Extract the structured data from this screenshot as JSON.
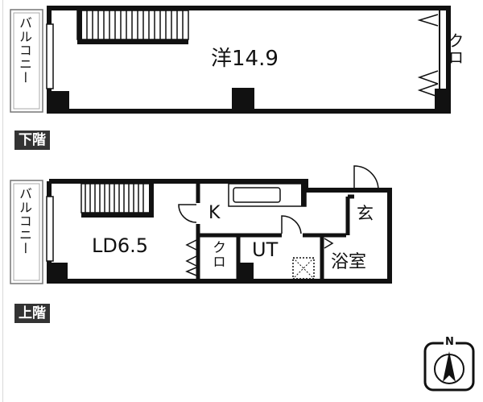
{
  "floors": {
    "lower": {
      "tag": "下階",
      "rooms": {
        "western": "洋14.9",
        "closet": "クロ",
        "balcony": "バルコニー"
      }
    },
    "upper": {
      "tag": "上階",
      "rooms": {
        "ld": "LD6.5",
        "kitchen": "K",
        "closet": "クロ",
        "ut": "UT",
        "bath": "浴室",
        "entrance": "玄",
        "balcony": "バルコニー"
      }
    }
  },
  "compass": {
    "north_label": "N",
    "icon": "north-arrow-icon"
  },
  "colors": {
    "wall": "#111111",
    "tag_bg": "#333333",
    "background": "#ffffff"
  }
}
